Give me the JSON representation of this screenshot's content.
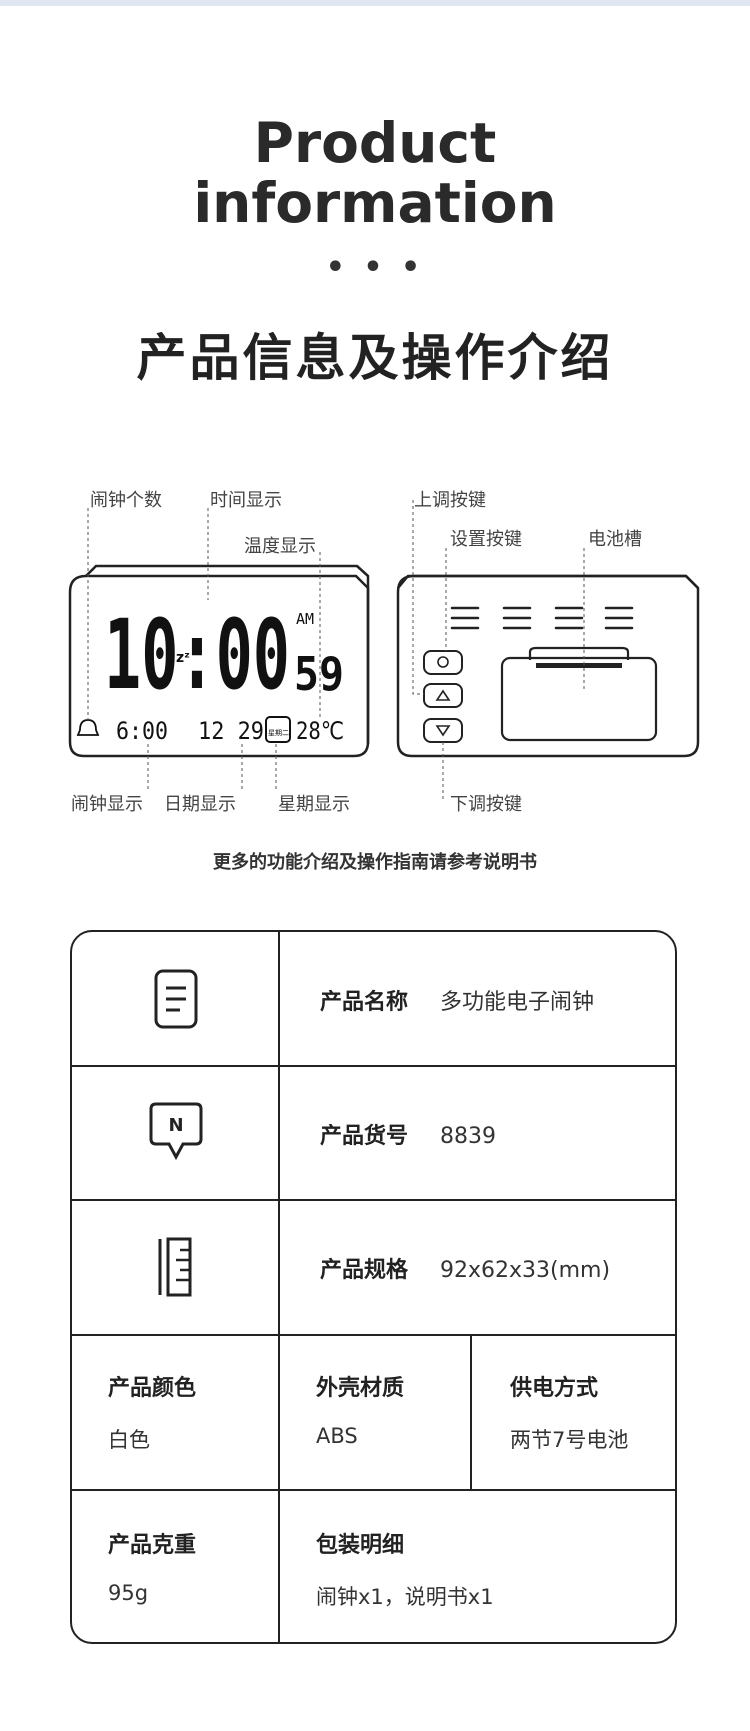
{
  "header": {
    "title_en_1": "Product",
    "title_en_2": "information",
    "dots": "• • •",
    "title_cn": "产品信息及操作介绍"
  },
  "diagram": {
    "clock": {
      "time_main": "10:00",
      "seconds": "59",
      "am": "AM",
      "alarm_time": "6:00",
      "date": "12 29",
      "weekday": "星期二",
      "temp": "28℃"
    },
    "labels": {
      "alarm_count": "闹钟个数",
      "time_display": "时间显示",
      "temp_display": "温度显示",
      "alarm_display": "闹钟显示",
      "date_display": "日期显示",
      "week_display": "星期显示",
      "up_key": "上调按键",
      "set_key": "设置按键",
      "battery": "电池槽",
      "down_key": "下调按键"
    },
    "note": "更多的功能介绍及操作指南请参考说明书"
  },
  "specs": {
    "name_label": "产品名称",
    "name_value": "多功能电子闹钟",
    "sku_label": "产品货号",
    "sku_value": "8839",
    "size_label": "产品规格",
    "size_value": "92x62x33(mm)",
    "color_label": "产品颜色",
    "color_value": "白色",
    "shell_label": "外壳材质",
    "shell_value": "ABS",
    "power_label": "供电方式",
    "power_value": "两节7号电池",
    "weight_label": "产品克重",
    "weight_value": "95g",
    "package_label": "包装明细",
    "package_value": "闹钟x1，说明书x1"
  },
  "icons": [
    "document-icon",
    "n-badge-icon",
    "ruler-icon"
  ]
}
